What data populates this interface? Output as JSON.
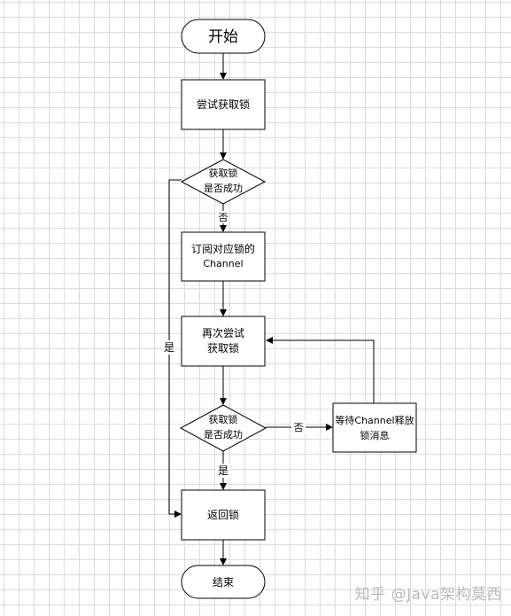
{
  "nodes": {
    "start": "开始",
    "try_lock": "尝试获取锁",
    "check1_line1": "获取锁",
    "check1_line2": "是否成功",
    "subscribe_line1": "订阅对应锁的",
    "subscribe_line2": "Channel",
    "retry_line1": "再次尝试",
    "retry_line2": "获取锁",
    "check2_line1": "获取锁",
    "check2_line2": "是否成功",
    "wait_line1": "等待Channel释放",
    "wait_line2": "锁消息",
    "return_lock": "返回锁",
    "end": "结束"
  },
  "edges": {
    "check1_no": "否",
    "check1_yes": "是",
    "check2_no": "否",
    "check2_yes": "是"
  },
  "watermark": "知乎 @Java架构莫西"
}
